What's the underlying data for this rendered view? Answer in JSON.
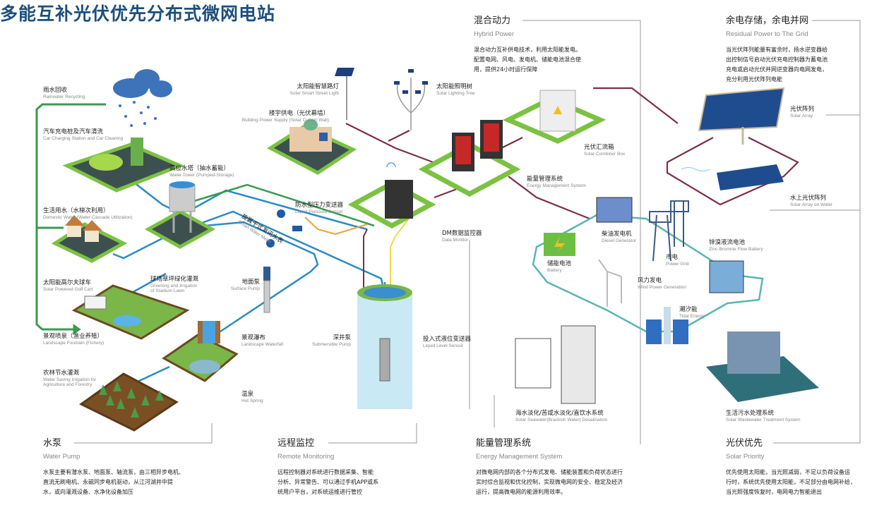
{
  "title": "多能互补光伏优先分布式微网电站",
  "sections": {
    "hybrid": {
      "title": "混合动力",
      "subtitle": "Hybrid Power",
      "lines": [
        "混合动力互补供电技术，利用太阳能发电。",
        "配置电网、风电、发电机、储能电池混合使",
        "用，提供24小时运行保障"
      ]
    },
    "residual": {
      "title": "余电存储，余电并网",
      "subtitle": "Residual Power to The Grid",
      "lines": [
        "当光伏阵列能量有富余时，扬水逆变器给",
        "出控制信号启动光伏充电控制器为蓄电池",
        "充电或启动光伏并网逆变器向电网发电，",
        "充分利用光伏阵列电能"
      ]
    },
    "pump": {
      "title": "水泵",
      "subtitle": "Water Pump",
      "lines": [
        "水泵主要有潜水泵、地面泵、轴流泵，由三相异步电机、",
        "直流无刷电机、永磁同步电机驱动，从江河湖井中提",
        "水，或向灌溉设备、水净化设备加压"
      ]
    },
    "remote": {
      "title": "远程监控",
      "subtitle": "Remote Monitoring",
      "lines": [
        "远程控制器对系统进行数据采集、智能",
        "分析、异常警告、可以通过手机APP或系",
        "统用户平台，对系统运维进行管控"
      ]
    },
    "ems": {
      "title": "能量管理系统",
      "subtitle": "Energy Management System",
      "lines": [
        "对微电网内部的各个分布式发电、储能装置和负荷状态进行",
        "实时综合监视和优化控制，实现微电网的安全、稳定及经济",
        "运行，提高微电网的能源利用效率。"
      ]
    },
    "solar_priority": {
      "title": "光伏优先",
      "subtitle": "Solar Priority",
      "lines": [
        "优先使用太阳能，当光照减弱，不足以负荷设备运",
        "行时，系统优先使用太阳能，不足部分由电网补给，",
        "当光照强度恢复时，电网电力智能退出"
      ]
    }
  },
  "labels": {
    "rainwater": {
      "zh": "雨水回收",
      "en": "Rainwater Recycling"
    },
    "car": {
      "zh": "汽车充电桩及汽车清洗",
      "en": "Car Charging Station and Car Cleaning"
    },
    "domestic": {
      "zh": "生活用水（水梯次利用）",
      "en": "Domestic Water (Water Cascade Utilization)"
    },
    "golf": {
      "zh": "太阳能高尔夫球车",
      "en": "Solar Powered Golf Cart"
    },
    "fountain": {
      "zh": "景观喷泉（渔业养殖）",
      "en": "Landscape Fountain (Fishery)"
    },
    "agri": {
      "zh": "农林节水灌溉",
      "en1": "Water Saving Irrigation for",
      "en2": "Agriculture and Forestry"
    },
    "tower": {
      "zh": "高位水塔（抽水蓄能）",
      "en": "Water Tower (Pumped-Storage)"
    },
    "stadium": {
      "zh": "球场草坪绿化灌溉",
      "en1": "Greening and Irrigation",
      "en2": "of Stadium Lawn"
    },
    "surface_pump": {
      "zh": "地面泵",
      "en": "Surface Pump"
    },
    "waterfall": {
      "zh": "景观瀑布",
      "en": "Landscape Waterfall"
    },
    "hotspring": {
      "zh": "温泉",
      "en": "Hot Spring"
    },
    "meter": {
      "zh": "旋翼干式发讯水表",
      "en": "Smart Water Meter"
    },
    "pressure": {
      "zh": "防水型压力变送器",
      "en": "Liquid Pressure Sensor"
    },
    "building": {
      "zh": "楼宇供电（光伏幕墙）",
      "en": "Building Power Supply (Solar Curtain Wall)"
    },
    "streetlight": {
      "zh": "太阳能智慧路灯",
      "en": "Solar Smart Street Light"
    },
    "lighttree": {
      "zh": "太阳能照明树",
      "en": "Solar Lighting Tree"
    },
    "datamonitor": {
      "zh": "DM数据监控器",
      "en": "Data Monitor"
    },
    "submersible": {
      "zh": "深井泵",
      "en": "Submersible Pump"
    },
    "levelsensor": {
      "zh": "投入式液位变送器",
      "en": "Liquid Level Sensor"
    },
    "combiner": {
      "zh": "光伏汇流箱",
      "en": "Solar Combiner Box"
    },
    "emsys": {
      "zh": "能量管理系统",
      "en": "Energy Management System"
    },
    "solar_array": {
      "zh": "光伏阵列",
      "en": "Solar Array"
    },
    "solar_water": {
      "zh": "水上光伏阵列",
      "en": "Solar Array on Water"
    },
    "diesel": {
      "zh": "柴油发电机",
      "en": "Diesel Generator"
    },
    "grid": {
      "zh": "市电",
      "en": "Power Grid"
    },
    "battery": {
      "zh": "储能电池",
      "en": "Battery"
    },
    "wind": {
      "zh": "风力发电",
      "en": "Wind Power Generation"
    },
    "zinc": {
      "zh": "锌溴液流电池",
      "en": "Zinc-Bromine Flow Battery"
    },
    "tidal": {
      "zh": "潮汐能",
      "en": "Tidal Energy"
    },
    "desal": {
      "zh": "海水淡化/苦咸水淡化/直饮水系统",
      "en": "Solar Seawater(Brackish Water) Desalination"
    },
    "wastewater": {
      "zh": "生活污水处理系统",
      "en": "Solar Wastewater Treatment System"
    }
  },
  "colors": {
    "title": "#1d4f7c",
    "green_pipe": "#3a9a4f",
    "blue_pipe": "#2b8bc0",
    "power_line": "#7a2f45",
    "teal_line": "#5ab5b0",
    "orange_line": "#e8a23a",
    "yellow_line": "#f0d84a"
  }
}
